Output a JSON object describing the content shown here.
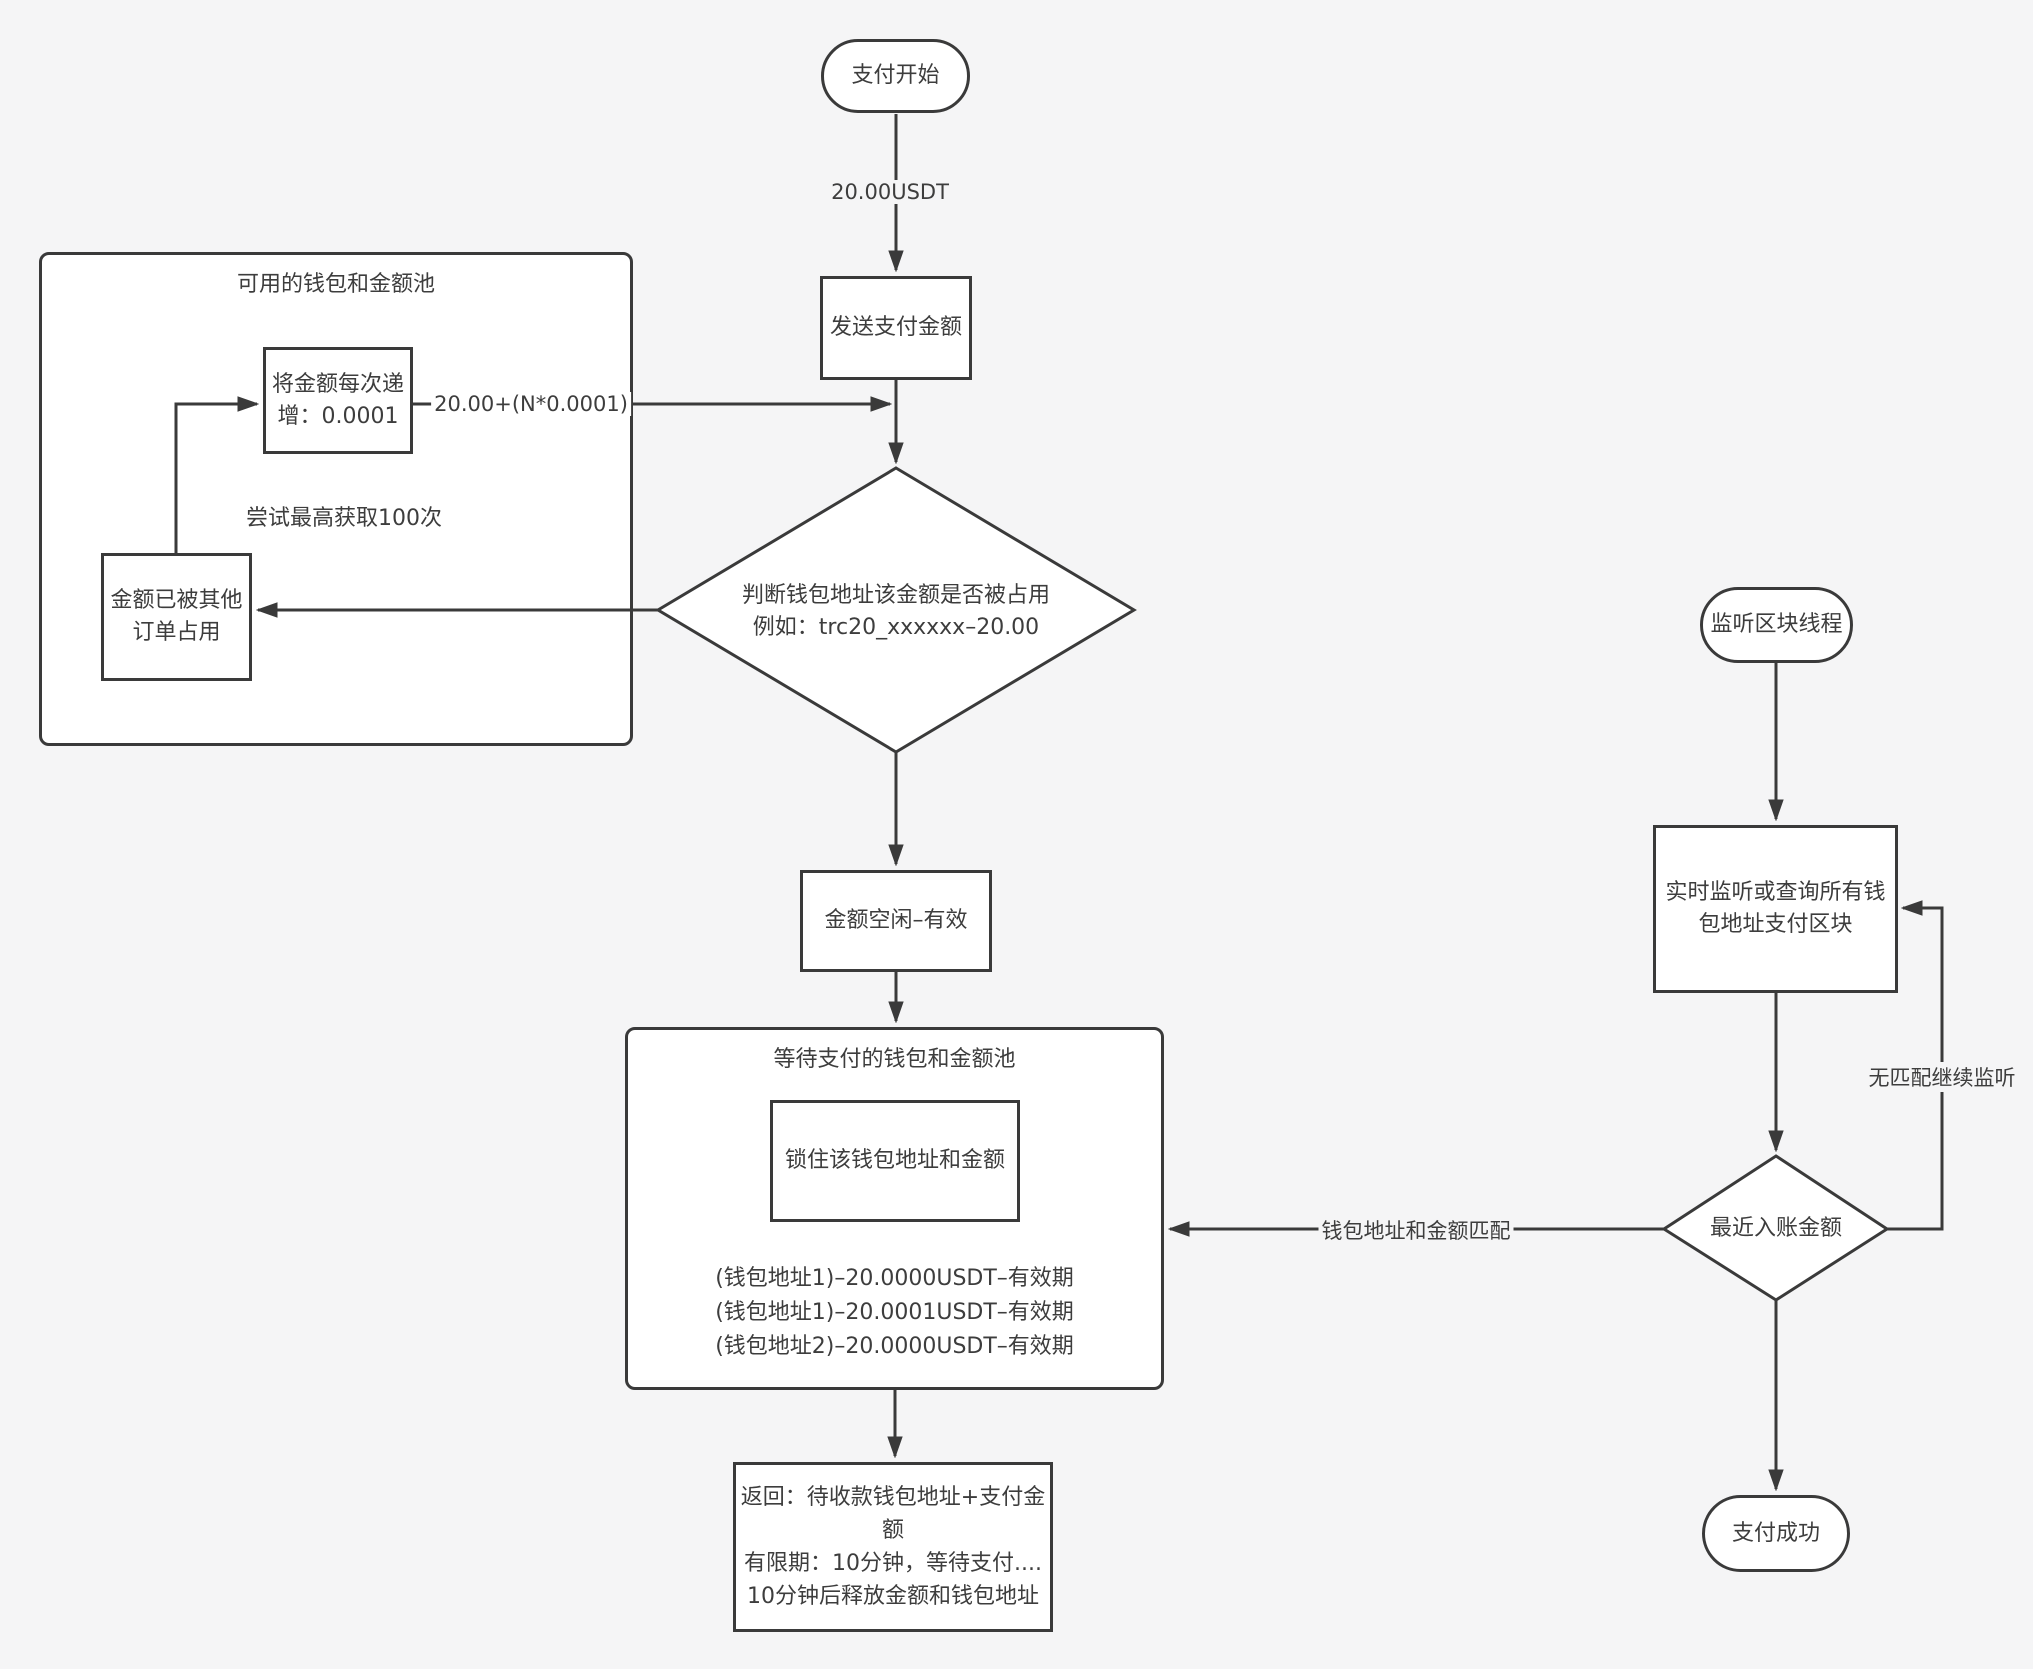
{
  "colors": {
    "background": "#f5f5f6",
    "shape_fill": "#ffffff",
    "stroke": "#3a3a3a",
    "text": "#3d3d3d"
  },
  "nodes": {
    "start": "支付开始",
    "send_amount": "发送支付金额",
    "check_line1": "判断钱包地址该金额是否被占用",
    "check_line2": "例如：trc20_xxxxxx–20.00",
    "idle_valid": "金额空闲–有效",
    "available_pool_title": "可用的钱包和金额池",
    "increment_line1": "将金额每次递",
    "increment_line2": "增：0.0001",
    "retry_note": "尝试最高获取100次",
    "occupied_line1": "金额已被其他",
    "occupied_line2": "订单占用",
    "waiting_pool_title": "等待支付的钱包和金额池",
    "lock_wallet": "锁住该钱包地址和金额",
    "pool_entries": [
      "(钱包地址1)–20.0000USDT–有效期",
      "(钱包地址1)–20.0001USDT–有效期",
      "(钱包地址2)–20.0000USDT–有效期"
    ],
    "return_line1": "返回：待收款钱包地址+支付金额",
    "return_line2": "有限期：10分钟，等待支付....",
    "return_line3": "10分钟后释放金额和钱包地址",
    "listen_start": "监听区块线程",
    "monitor_line1": "实时监听或查询所有钱",
    "monitor_line2": "包地址支付区块",
    "recent_amount": "最近入账金额",
    "success": "支付成功"
  },
  "edge_labels": {
    "payment_amount": "20.00USDT",
    "increment_formula": "20.00+(N*0.0001)",
    "match": "钱包地址和金额匹配",
    "no_match": "无匹配继续监听"
  }
}
